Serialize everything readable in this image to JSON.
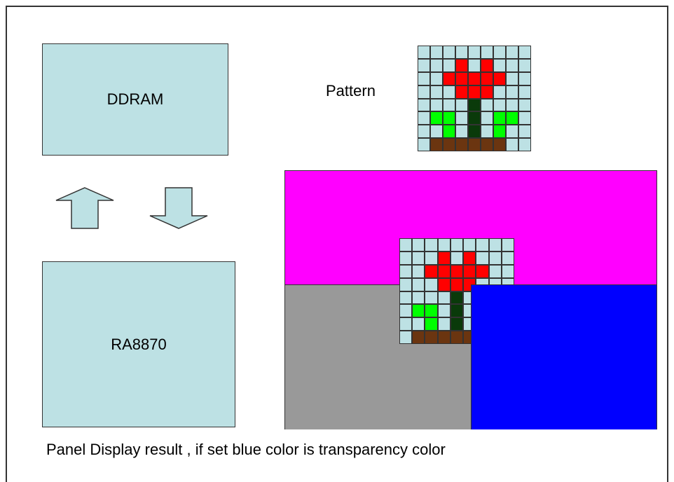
{
  "labels": {
    "ddram": "DDRAM",
    "controller": "RA8870",
    "pattern": "Pattern",
    "caption": "Panel Display result , if set blue color is  transparency color"
  },
  "colors": {
    "box_fill": "#bde1e4",
    "magenta": "#ff00ff",
    "gray": "#999999",
    "blue": "#0000ff",
    "red": "#ff0000",
    "green": "#00ff00",
    "dark_green": "#0a3a0a",
    "brown": "#6b3510"
  },
  "pattern": {
    "rows": [
      "bbbbbbbbb",
      "bbbrbrbbb",
      "bbrrrrrbb",
      "bbbrrrbbb",
      "bbbbdbbbb",
      "bggbdbggb",
      "bbgbdbgbb",
      "bnnnnnnbb"
    ],
    "key": {
      "b": "#bde1e4",
      "r": "#ff0000",
      "g": "#00ff00",
      "d": "#0a3a0a",
      "n": "#6b3510"
    }
  }
}
